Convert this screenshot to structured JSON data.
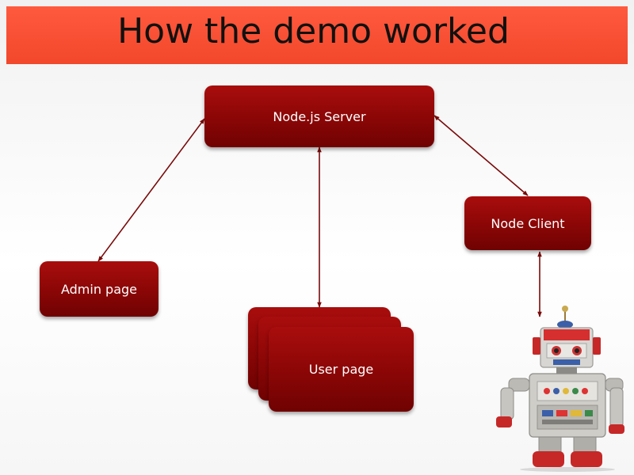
{
  "slide": {
    "title": "How the demo worked"
  },
  "diagram": {
    "nodes": {
      "server": "Node.js Server",
      "client": "Node Client",
      "admin": "Admin page",
      "user": "User page"
    }
  },
  "colors": {
    "title_bar": "#f2472b",
    "node_fill": "#8a0606",
    "connector": "#7a0a0a"
  },
  "decoration": {
    "image": "toy-robot-image"
  }
}
